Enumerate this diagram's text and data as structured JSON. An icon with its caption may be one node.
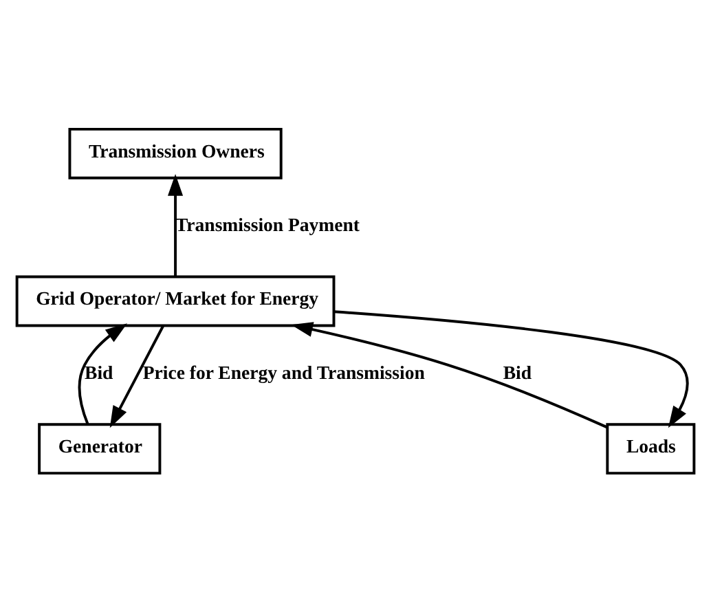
{
  "diagram": {
    "nodes": [
      {
        "text": [
          "Transmission Owners"
        ]
      },
      {
        "text": [
          "Grid Operator/ Market for Energy"
        ]
      },
      {
        "text": [
          "Generator"
        ]
      },
      {
        "text": [
          "Loads"
        ]
      }
    ],
    "edges": [
      {
        "from": 1,
        "to": 0,
        "arrow": "to",
        "label": "Transmission Payment"
      },
      {
        "from": 2,
        "to": 1,
        "arrow": "to",
        "label": "Bid"
      },
      {
        "from": 1,
        "to": 2,
        "arrow": "to",
        "label": "Price for Energy and Transmission"
      },
      {
        "from": 1,
        "to": 3,
        "arrow": "to"
      },
      {
        "from": 3,
        "to": 1,
        "arrow": "to",
        "label": "Bid"
      }
    ]
  }
}
